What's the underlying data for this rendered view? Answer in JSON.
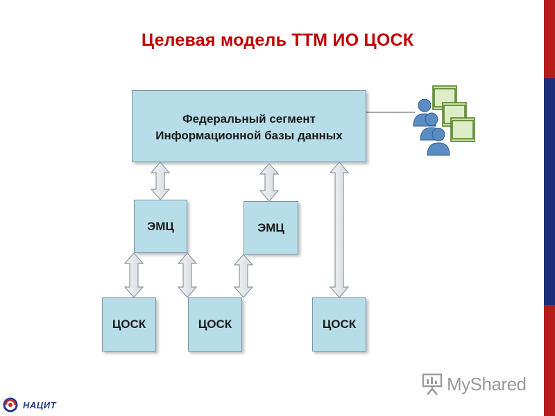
{
  "title": "Целевая модель ТТМ ИО ЦОСК",
  "federal": {
    "line1": "Федеральный сегмент",
    "line2": "Информационной базы данных"
  },
  "emc_label": "ЭМЦ",
  "emc_nodes": [
    "ЭМЦ",
    "ЭМЦ"
  ],
  "cosk_nodes": [
    "ЦОСК",
    "ЦОСК",
    "ЦОСК"
  ],
  "watermark": "MyShared",
  "logo_text": "НАЦИТ",
  "colors": {
    "box_fill": "#b7dde8",
    "title": "#c00000",
    "bar_red": "#b71c1c",
    "bar_blue": "#1e2f7a",
    "users_icon": "#5b8cc4",
    "monitor": "#7cb342"
  },
  "icons": [
    "users-workstations-icon",
    "myshared-presentation-icon",
    "nacit-logo-icon"
  ]
}
